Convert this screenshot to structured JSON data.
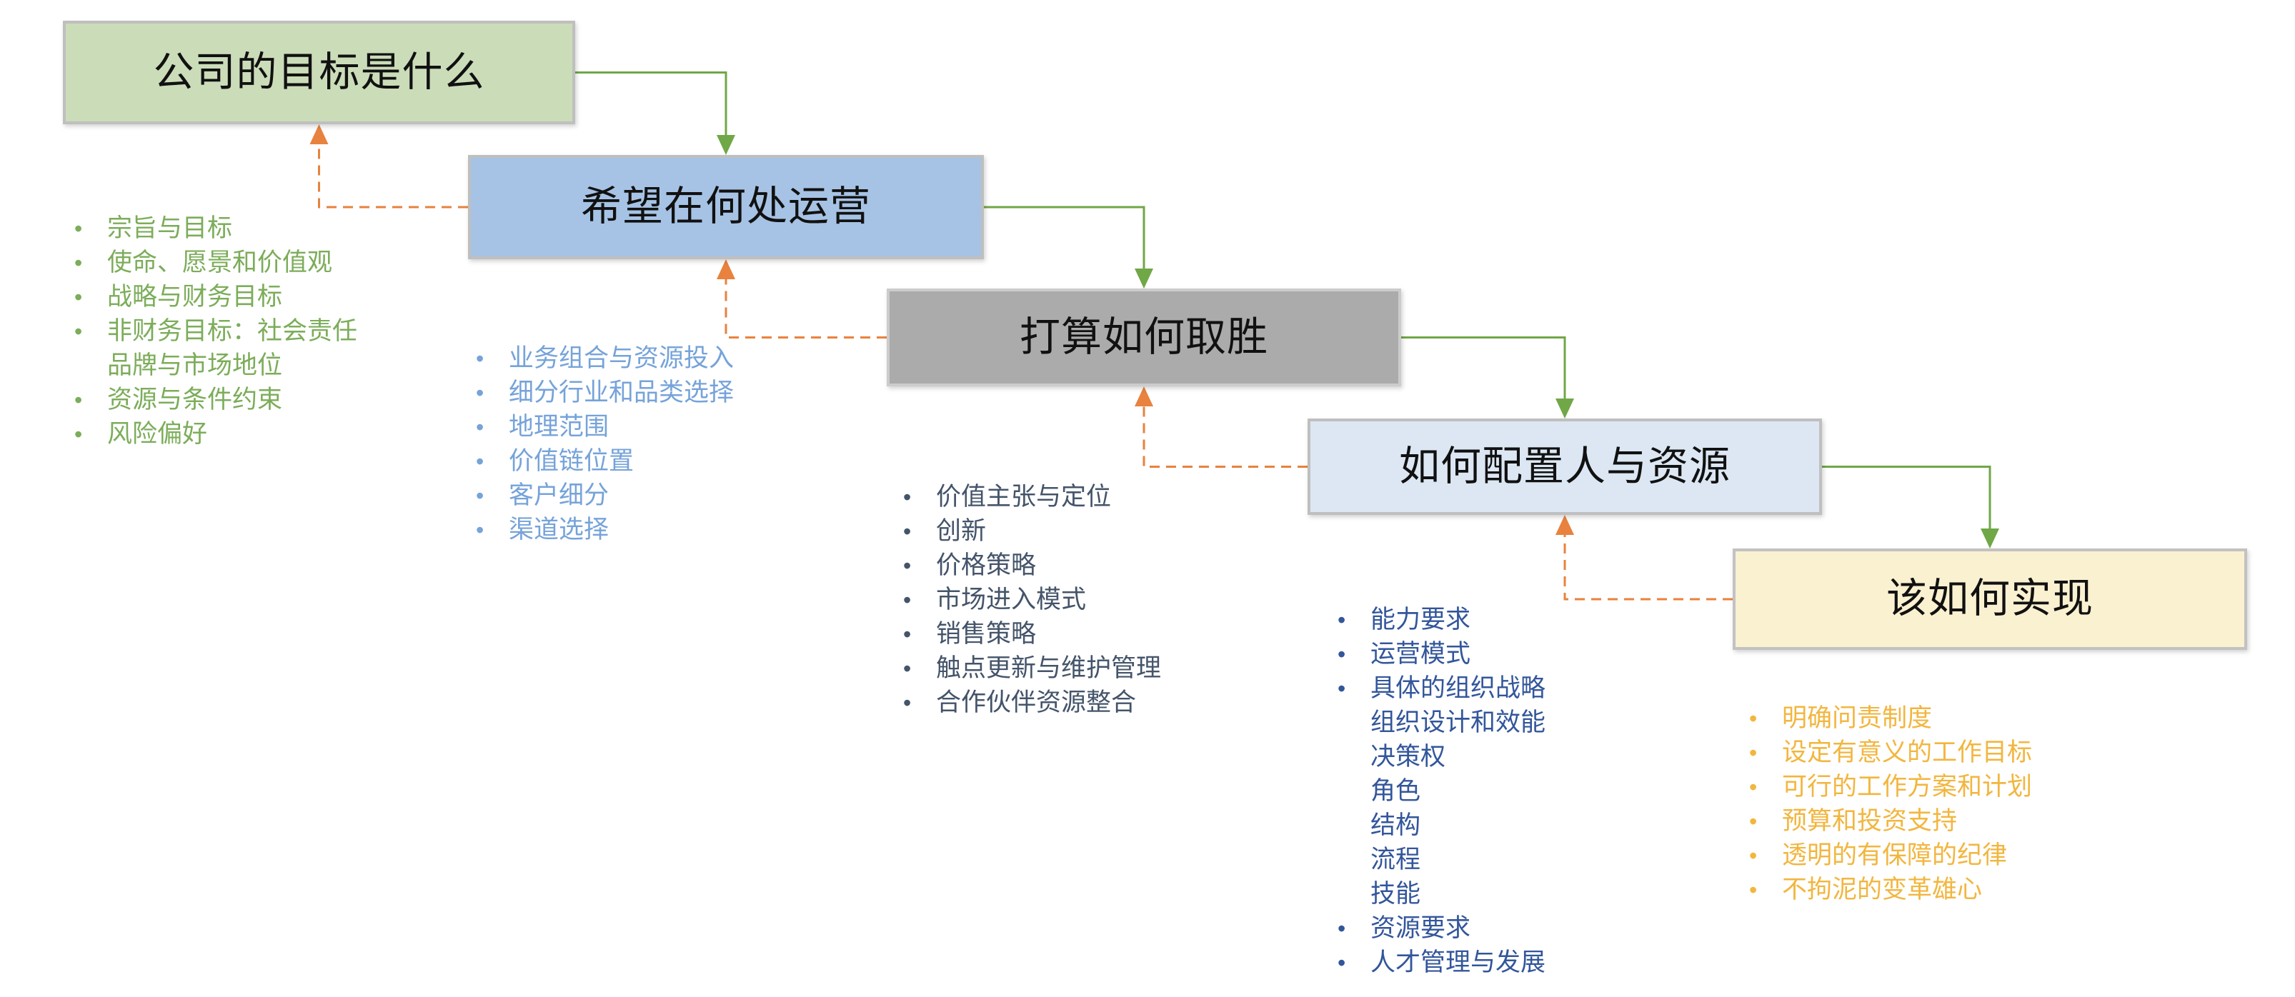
{
  "diagram": {
    "background": "#FFFFFF",
    "connector_colors": {
      "forward": "#70A747",
      "feedback": "#E8823E"
    },
    "steps": [
      {
        "label": "公司的目标是什么",
        "box_fill": "#CBDCB9",
        "box_border": "#BFBFBF",
        "label_color": "#111111",
        "bullet_color": "#7CAD5A",
        "bullets": [
          {
            "lines": [
              "宗旨与目标"
            ]
          },
          {
            "lines": [
              "使命、愿景和价值观"
            ]
          },
          {
            "lines": [
              "战略与财务目标"
            ]
          },
          {
            "lines": [
              "非财务目标：社会责任",
              "品牌与市场地位"
            ]
          },
          {
            "lines": [
              "资源与条件约束"
            ]
          },
          {
            "lines": [
              "风险偏好"
            ]
          }
        ]
      },
      {
        "label": "希望在何处运营",
        "box_fill": "#A6C3E5",
        "box_border": "#BFBFBF",
        "label_color": "#111111",
        "bullet_color": "#76A3D9",
        "bullets": [
          {
            "lines": [
              "业务组合与资源投入"
            ]
          },
          {
            "lines": [
              "细分行业和品类选择"
            ]
          },
          {
            "lines": [
              "地理范围"
            ]
          },
          {
            "lines": [
              "价值链位置"
            ]
          },
          {
            "lines": [
              "客户细分"
            ]
          },
          {
            "lines": [
              "渠道选择"
            ]
          }
        ]
      },
      {
        "label": "打算如何取胜",
        "box_fill": "#ABABAB",
        "box_border": "#CCCCCC",
        "label_color": "#111111",
        "bullet_color": "#44546A",
        "bullets": [
          {
            "lines": [
              "价值主张与定位"
            ]
          },
          {
            "lines": [
              "创新"
            ]
          },
          {
            "lines": [
              "价格策略"
            ]
          },
          {
            "lines": [
              "市场进入模式"
            ]
          },
          {
            "lines": [
              "销售策略"
            ]
          },
          {
            "lines": [
              "触点更新与维护管理"
            ]
          },
          {
            "lines": [
              "合作伙伴资源整合"
            ]
          }
        ]
      },
      {
        "label": "如何配置人与资源",
        "box_fill": "#DCE7F3",
        "box_border": "#BFBFBF",
        "label_color": "#111111",
        "bullet_color": "#33569B",
        "bullets": [
          {
            "lines": [
              "能力要求"
            ]
          },
          {
            "lines": [
              "运营模式"
            ]
          },
          {
            "lines": [
              "具体的组织战略",
              "组织设计和效能",
              "决策权",
              "角色",
              "结构",
              "流程",
              "技能"
            ]
          },
          {
            "lines": [
              "资源要求"
            ]
          },
          {
            "lines": [
              "人才管理与发展"
            ]
          }
        ]
      },
      {
        "label": "该如何实现",
        "box_fill": "#FAF1D1",
        "box_border": "#C2C2C2",
        "label_color": "#111111",
        "bullet_color": "#F2B63F",
        "bullets": [
          {
            "lines": [
              "明确问责制度"
            ]
          },
          {
            "lines": [
              "设定有意义的工作目标"
            ]
          },
          {
            "lines": [
              "可行的工作方案和计划"
            ]
          },
          {
            "lines": [
              "预算和投资支持"
            ]
          },
          {
            "lines": [
              "透明的有保障的纪律"
            ]
          },
          {
            "lines": [
              "不拘泥的变革雄心"
            ]
          }
        ]
      }
    ]
  }
}
